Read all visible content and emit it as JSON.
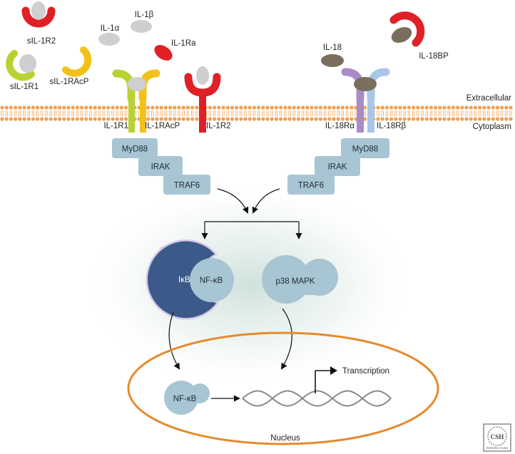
{
  "labels": {
    "sIL1R2": "sIL-1R2",
    "sIL1R1": "sIL-1R1",
    "sIL1RAcP": "sIL-1RAcP",
    "IL1a": "IL-1α",
    "IL1b": "IL-1β",
    "IL1Ra": "IL-1Ra",
    "IL18": "IL-18",
    "IL18BP": "IL-18BP",
    "extracellular": "Extracellular",
    "cytoplasm": "Cytoplasm",
    "IL1R1": "IL-1R1",
    "IL1RAcP": "IL-1RAcP",
    "IL1R2": "IL-1R2",
    "IL18Ra": "IL-18Rα",
    "IL18Rb": "IL-18Rβ",
    "IkB": "IκB",
    "NFkB": "NF-κB",
    "p38": "p38 MAPK",
    "NFkB_nuc": "NF-κB",
    "transcription": "Transcription",
    "nucleus": "Nucleus",
    "logo": "CSH PERSPECTIVES"
  },
  "left_cascade": [
    "MyD88",
    "IRAK",
    "TRAF6"
  ],
  "right_cascade": [
    "MyD88",
    "IRAK",
    "TRAF6"
  ],
  "colors": {
    "red": "#e02027",
    "green_yellow": "#b9d232",
    "yellow": "#f2c21b",
    "gray_ligand": "#cfcfcf",
    "dark_ligand": "#7a6f5c",
    "purple": "#a98cc7",
    "light_blue": "#a9c6e6",
    "box": "#a8c5d3",
    "ikb": "#3b5a8a",
    "membrane": "#f0a050",
    "nucleus_border": "#e68a2e"
  }
}
